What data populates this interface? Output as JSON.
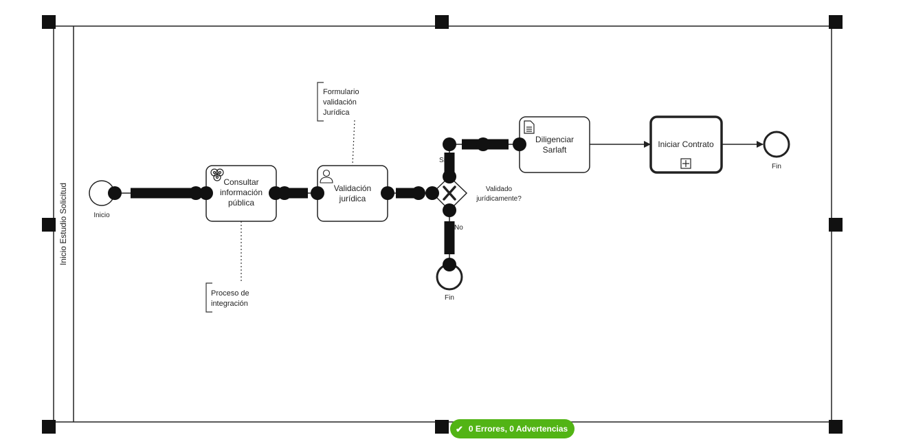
{
  "pool": {
    "label": "Inicio Estudio Solicitud"
  },
  "events": {
    "start_label": "Inicio",
    "end_no_label": "Fin",
    "end_final_label": "Fin"
  },
  "tasks": {
    "consultar": [
      "Consultar",
      "información",
      "pública"
    ],
    "validacion": [
      "Validación",
      "jurídica"
    ],
    "diligenciar": [
      "Diligenciar",
      "Sarlaft"
    ],
    "iniciar": [
      "Iniciar Contrato"
    ]
  },
  "gateway": {
    "question": [
      "Validado",
      "jurídicamente?"
    ],
    "yes_label": "Si",
    "no_label": "No"
  },
  "annotations": {
    "formulario": [
      "Formulario",
      "validación",
      "Jurídica"
    ],
    "proceso": [
      "Proceso de",
      "integración"
    ]
  },
  "status": {
    "text": "0 Errores, 0 Advertencias",
    "color": "#52b415"
  },
  "icons": [
    "service-task-gears-icon",
    "user-task-person-icon",
    "document-icon",
    "subprocess-plus-icon",
    "gateway-x-icon",
    "check-icon"
  ]
}
